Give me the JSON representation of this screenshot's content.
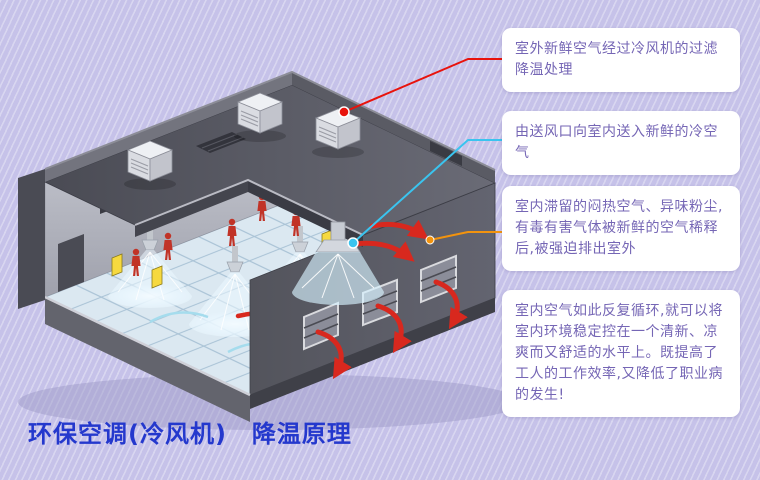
{
  "page": {
    "title": "环保空调(冷风机)　降温原理"
  },
  "callouts": [
    {
      "text": "室外新鲜空气经过冷风机的过滤降温处理"
    },
    {
      "text": "由送风口向室内送入新鲜的冷空气"
    },
    {
      "text": "室内滞留的闷热空气、异味粉尘,有毒有害气体被新鲜的空气稀释后,被强迫排出室外"
    },
    {
      "text": "室内空气如此反复循环,就可以将室内环境稳定控在一个清新、凉爽而又舒适的水平上。既提高了工人的工作效率,又降低了职业病的发生!"
    }
  ],
  "colors": {
    "background": "#c6c2e9",
    "callout_bg": "#ffffff",
    "callout_text": "#7566b5",
    "title_text": "#2438cd",
    "pointer_red": "#e8130c",
    "pointer_cyan": "#3ac4ef",
    "pointer_orange": "#f2930e",
    "airflow_red": "#d8281e"
  }
}
